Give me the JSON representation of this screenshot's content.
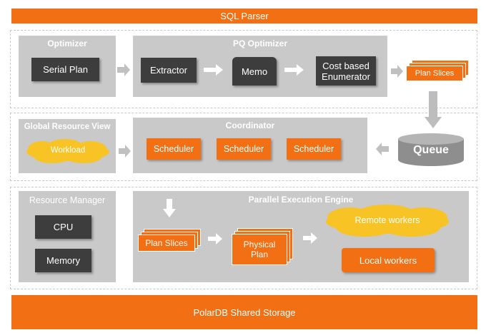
{
  "sql_parser": "SQL Parser",
  "storage": "PolarDB Shared Storage",
  "optimizer": {
    "title": "Optimizer",
    "serial_plan": "Serial Plan"
  },
  "pq_optimizer": {
    "title": "PQ Optimizer",
    "extractor": "Extractor",
    "memo": "Memo",
    "cost_enum_line1": "Cost based",
    "cost_enum_line2": "Enumerator"
  },
  "plan_slices_top": "Plan Slices",
  "global_resource_view": {
    "title": "Global Resource View",
    "workload": "Workload"
  },
  "coordinator": {
    "title": "Coordinator",
    "schedulers": [
      "Scheduler",
      "Scheduler",
      "Scheduler"
    ]
  },
  "queue": "Queue",
  "resource_manager": {
    "title": "Resource Manager",
    "cpu": "CPU",
    "memory": "Memory"
  },
  "pee": {
    "title": "Parallel Execution Engine",
    "plan_slices": "Plan Slices",
    "physical_line1": "Physical",
    "physical_line2": "Plan",
    "remote_workers": "Remote workers",
    "local_workers": "Local workers"
  },
  "colors": {
    "orange": "#f36f14",
    "gray_panel": "#c9c9c9",
    "dark_box": "#3d3d3d",
    "cloud_yellow": "#f7c325"
  }
}
